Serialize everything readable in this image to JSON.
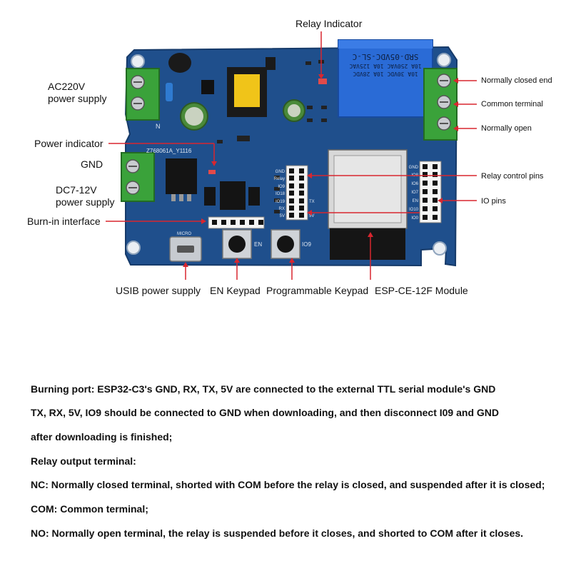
{
  "board": {
    "relay_top_text": "SRD-05VDC-SL-C",
    "relay_ratings": [
      "10A 250VAC 10A 125VAC",
      "10A 30VDC 10A 28VDC"
    ],
    "pcb_code": "Z768061A_Y1116",
    "pin_header_left": [
      "GND",
      "Relay",
      "IO9",
      "IO18",
      "IO19",
      "RX",
      "5V"
    ],
    "pin_header_right": [
      "GND",
      "IO8",
      "IO6",
      "IO7",
      "EN",
      "IO10",
      "IO0"
    ],
    "side_labels": [
      "TX",
      "5V"
    ],
    "usb_label": "MICRO",
    "button_labels": [
      "EN",
      "IO9"
    ],
    "terminal_label": "N"
  },
  "labels": {
    "relay_indicator": "Relay Indicator",
    "ac220v_line1": "AC220V",
    "ac220v_line2": "power supply",
    "power_indicator": "Power indicator",
    "gnd": "GND",
    "dc_line1": "DC7-12V",
    "dc_line2": "power supply",
    "burn_in": "Burn-in interface",
    "normally_closed": "Normally closed end",
    "common_terminal": "Common terminal",
    "normally_open": "Normally open",
    "relay_control": "Relay control pins",
    "io_pins": "IO pins",
    "usb_power": "USIB power supply",
    "en_keypad": "EN Keypad",
    "prog_keypad": "Programmable Keypad",
    "module": "ESP-CE-12F Module"
  },
  "description": [
    "Burning port: ESP32-C3's GND, RX, TX, 5V are connected to the external TTL serial module's GND",
    "TX, RX, 5V, IO9 should be connected to GND when downloading, and then disconnect I09 and GND",
    "after downloading is finished;",
    "Relay output terminal:",
    "NC: Normally closed terminal, shorted with COM before the relay is closed, and suspended after it is closed;",
    "COM: Common terminal;",
    "NO: Normally open terminal, the relay is suspended before it closes, and shorted to COM after it closes."
  ],
  "colors": {
    "pcb": "#1f4f8c",
    "relay": "#2a6bd6",
    "terminal": "#3aa23a",
    "transformer": "#f0c419"
  }
}
